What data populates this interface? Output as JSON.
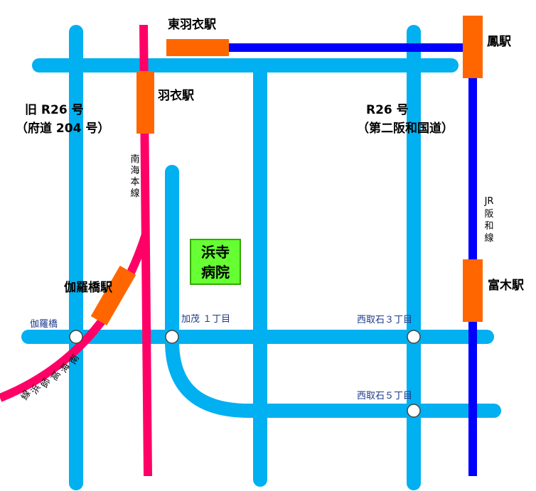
{
  "colors": {
    "road": "#00b0f0",
    "nankai": "#ff0066",
    "jr": "#0000ff",
    "station": "#ff6600",
    "hospital_fill": "#66ff33",
    "hospital_border": "#33aa00",
    "intersection": "#ffffff",
    "label_blue": "#1e3a8a"
  },
  "stations": {
    "higashi_hagoromo": "東羽衣駅",
    "ootori": "鳳駅",
    "hagoromo": "羽衣駅",
    "kaori_bashi": "伽羅橋駅",
    "tomiki": "富木駅"
  },
  "roads": {
    "old_r26": "旧 R26 号",
    "old_r26_sub": "（府道 204 号）",
    "r26": "R26 号",
    "r26_sub": "（第二阪和国道）"
  },
  "lines": {
    "nankai_main": [
      "南",
      "海",
      "本",
      "線"
    ],
    "jr_hanwa": [
      "JR",
      "阪",
      "和",
      "線"
    ],
    "nankai_takashi": [
      "南",
      "海",
      "高",
      "師",
      "浜",
      "線"
    ]
  },
  "intersections": {
    "kaori_bashi": "伽羅橋",
    "kamo_1": "加茂 １丁目",
    "nishi_toriishi_3": "西取石３丁目",
    "nishi_toriishi_5": "西取石５丁目"
  },
  "hospital": {
    "line1": "浜寺",
    "line2": "病院"
  }
}
